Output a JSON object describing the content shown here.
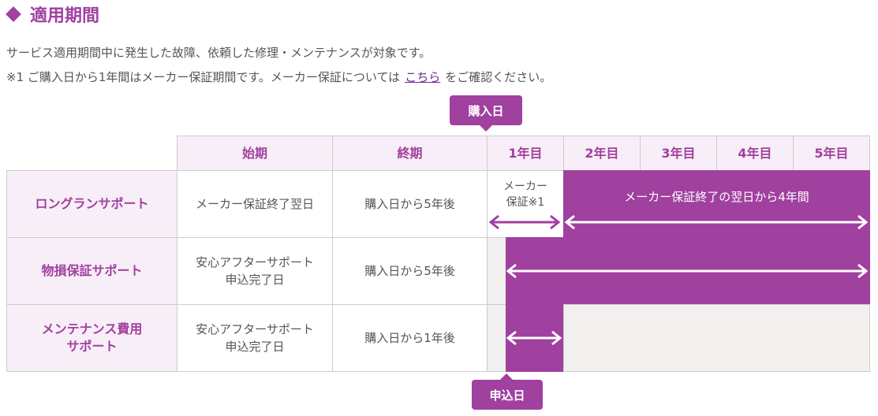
{
  "title": "適用期間",
  "description_line1": "サービス適用期間中に発生した故障、依頼した修理・メンテナンスが対象です。",
  "description_line2_prefix": "※1 ご購入日から1年間はメーカー保証期間です。メーカー保証については",
  "description_link": "こちら",
  "description_line2_suffix": "をご確認ください。",
  "badge_top": "購入日",
  "badge_bottom": "申込日",
  "columns": {
    "start": "始期",
    "end": "終期",
    "years": [
      "1年目",
      "2年目",
      "3年目",
      "4年目",
      "5年目"
    ]
  },
  "rows": [
    {
      "name": "ロングランサポート",
      "start": "メーカー保証終了翌日",
      "end": "購入日から5年後",
      "maker_label": "メーカー\n保証※1",
      "bar_label": "メーカー保証終了の翌日から4年間"
    },
    {
      "name": "物損保証サポート",
      "start": "安心アフターサポート\n申込完了日",
      "end": "購入日から5年後"
    },
    {
      "name": "メンテナンス費用\nサポート",
      "start": "安心アフターサポート\n申込完了日",
      "end": "購入日から1年後"
    }
  ],
  "colors": {
    "accent": "#a0409f",
    "header_bg": "#f8eef7",
    "gray_bg": "#f2f0ef"
  }
}
